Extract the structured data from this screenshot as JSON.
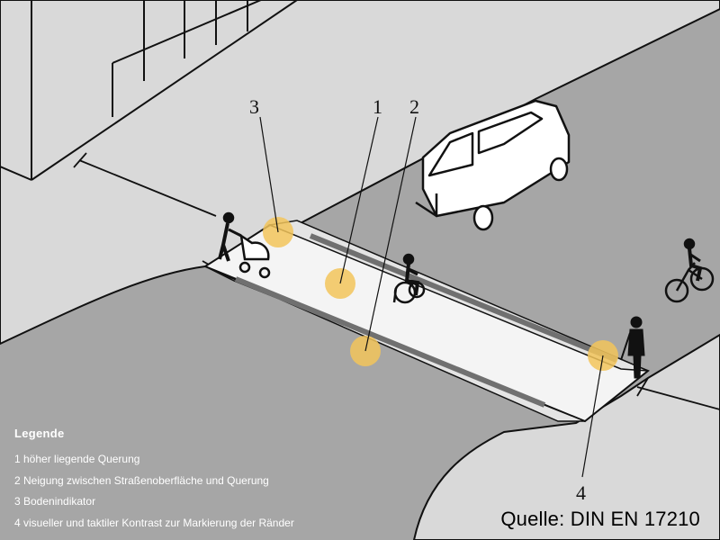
{
  "callouts": {
    "c1": "1",
    "c2": "2",
    "c3": "3",
    "c4": "4"
  },
  "legend": {
    "title": "Legende",
    "items": [
      "1 höher liegende Querung",
      "2 Neigung zwischen Straßenoberfläche und Querung",
      "3 Bodenindikator",
      "4 visueller und taktiler Kontrast zur Markierung der Ränder"
    ]
  },
  "source": "Quelle: DIN EN 17210",
  "colors": {
    "road": "#a6a6a6",
    "sidewalk": "#d9d9d9",
    "crossing": "#f4f4f4",
    "contrast_band": "#707070",
    "indicator": "#f2c45a",
    "line": "#111111"
  },
  "icons": [
    "van-icon",
    "cyclist-icon",
    "wheelchair-user-icon",
    "pedestrian-with-stroller-icon",
    "pedestrian-icon"
  ]
}
